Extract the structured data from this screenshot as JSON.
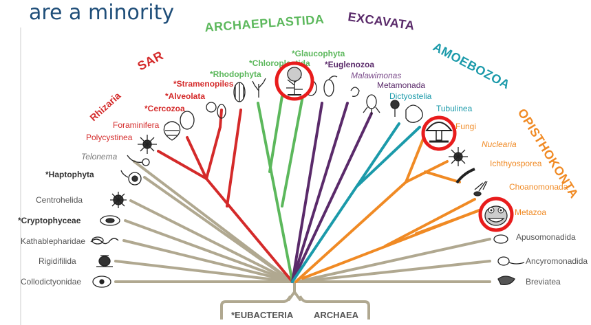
{
  "title": "are a minority",
  "groups": {
    "archaeplastida": {
      "label": "ARCHAEPLASTIDA",
      "color": "#5cb85c"
    },
    "excavata": {
      "label": "EXCAVATA",
      "color": "#5a2a6a"
    },
    "amoebozoa": {
      "label": "AMOEBOZOA",
      "color": "#1b9aaa"
    },
    "opisthokonta": {
      "label": "OPISTHOKONTA",
      "color": "#f08a24"
    },
    "sar": {
      "label": "SAR",
      "color": "#d42a2a"
    },
    "rhizaria": {
      "label": "Rhizaria",
      "color": "#d42a2a"
    }
  },
  "colors": {
    "sar": "#d42a2a",
    "plants": "#5cb85c",
    "excavata": "#5a2a6a",
    "amoebozoa": "#1b9aaa",
    "opisthokonta": "#f08a24",
    "basal": "#b0a890",
    "highlight": "#e81c1c"
  },
  "taxa": {
    "collodictyonidae": "Collodictyonidae",
    "rigidifilida": "Rigidifilida",
    "kathablepharidae": "Kathablepharidae",
    "cryptophyceae": "*Cryptophyceae",
    "centrohelida": "Centrohelida",
    "haptophyta": "*Haptophyta",
    "telonema": "Telonema",
    "polycystinea": "Polycystinea",
    "foraminifera": "Foraminifera",
    "cercozoa": "*Cercozoa",
    "alveolata": "*Alveolata",
    "stramenopiles": "*Stramenopiles",
    "rhodophyta": "*Rhodophyta",
    "chloroplastida": "*Chloroplastida",
    "glaucophyta": "*Glaucophyta",
    "euglenozoa": "*Euglenozoa",
    "malawimonas": "Malawimonas",
    "metamonada": "Metamonada",
    "dictyostelia": "Dictyostelia",
    "tubulinea": "Tubulinea",
    "fungi": "Fungi",
    "nuclearia": "Nuclearia",
    "ichthyosporea": "Ichthyosporea",
    "choanomonada": "Choanomonada",
    "metazoa": "Metazoa",
    "apusomonadida": "Apusomonadida",
    "ancyromonadida": "Ancyromonadida",
    "breviatea": "Breviatea"
  },
  "roots": {
    "eubacteria": "*EUBACTERIA",
    "archaea": "ARCHAEA"
  }
}
